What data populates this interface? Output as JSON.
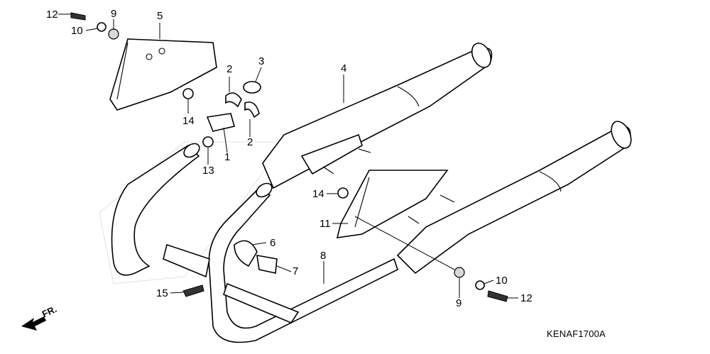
{
  "diagram_code": "KENAF1700A",
  "front_indicator": "FR.",
  "callouts": [
    {
      "id": "c12a",
      "text": "12"
    },
    {
      "id": "c10a",
      "text": "10"
    },
    {
      "id": "c9a",
      "text": "9"
    },
    {
      "id": "c5",
      "text": "5"
    },
    {
      "id": "c2a",
      "text": "2"
    },
    {
      "id": "c3",
      "text": "3"
    },
    {
      "id": "c4",
      "text": "4"
    },
    {
      "id": "c14a",
      "text": "14"
    },
    {
      "id": "c2b",
      "text": "2"
    },
    {
      "id": "c1",
      "text": "1"
    },
    {
      "id": "c13",
      "text": "13"
    },
    {
      "id": "c14b",
      "text": "14"
    },
    {
      "id": "c11",
      "text": "11"
    },
    {
      "id": "c6",
      "text": "6"
    },
    {
      "id": "c7",
      "text": "7"
    },
    {
      "id": "c8",
      "text": "8"
    },
    {
      "id": "c15",
      "text": "15"
    },
    {
      "id": "c10b",
      "text": "10"
    },
    {
      "id": "c9b",
      "text": "9"
    },
    {
      "id": "c12b",
      "text": "12"
    }
  ]
}
